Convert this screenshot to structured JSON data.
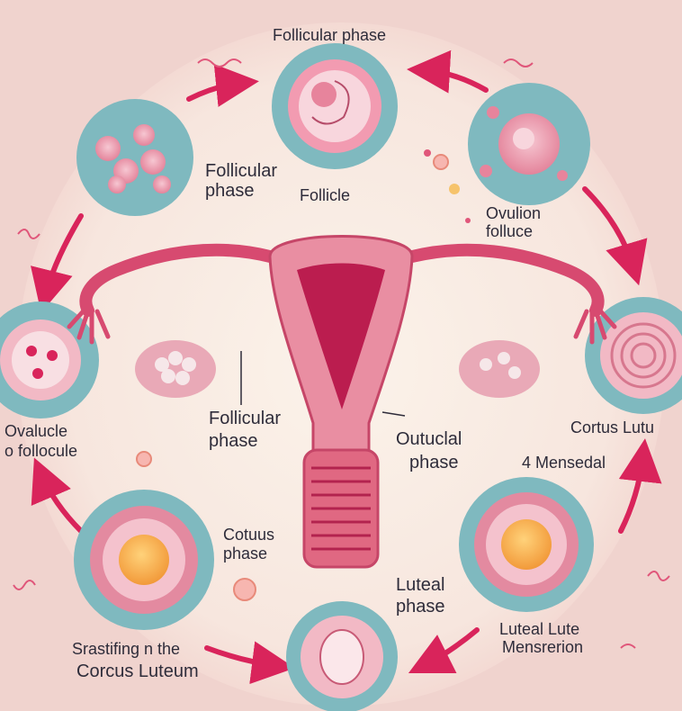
{
  "labels": {
    "top_title": "Follicular phase",
    "tl_label_1": "Follicular",
    "tl_label_2": "phase",
    "top_sub": "Follicle",
    "tr_label_1": "Ovulion",
    "tr_label_2": "folluce",
    "left_label_1": "Ovalucle",
    "left_label_2": "o follocule",
    "center_left_1": "Follicular",
    "center_left_2": "phase",
    "center_right_1": "Outuclal",
    "center_right_2": "phase",
    "right_label_1": "Cortus Lutu",
    "right_label_2": "4 Mensedal",
    "bl_side_1": "Cotuus",
    "bl_side_2": "phase",
    "bottom_center_1": "Luteal",
    "bottom_center_2": "phase",
    "br_label_1": "Luteal Lute",
    "br_label_2": "Mensrerion",
    "bottom_left_1": "Srastifing n the",
    "bottom_left_2": "Corcus Luteum"
  },
  "colors": {
    "background": "#f3d9d3",
    "circle_fill": "#7fb9bf",
    "arrow": "#d9245b",
    "uterus": "#e3657f",
    "uterus_dark": "#bb1d4f",
    "text": "#2e2c3a"
  }
}
